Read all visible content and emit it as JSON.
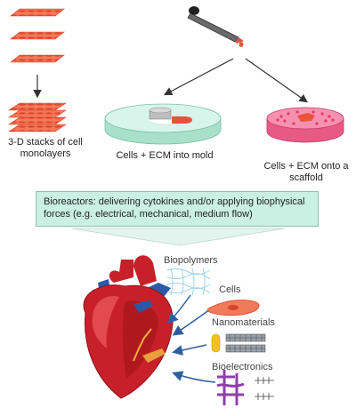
{
  "labels": {
    "stacks": "3-D stacks of cell monolayers",
    "mold": "Cells + ECM into mold",
    "scaffold": "Cells + ECM onto a scaffold",
    "bioreactor": "Bioreactors: delivering cytokines and/or applying biophysical forces (e.g. electrical, mechanical, medium flow)",
    "biopolymers": "Biopolymers",
    "cells": "Cells",
    "nanomaterials": "Nanomaterials",
    "bioelectronics": "Bioelectronics"
  },
  "colors": {
    "cell_red": "#e8533a",
    "dish_top": "#d8f5ec",
    "dish_side": "#a9e0cc",
    "scaffold_pink": "#f26e95",
    "box_fill": "#c9f0e2",
    "heart_red": "#c8202a",
    "vessel_blue": "#2b59a8",
    "arrow_blue": "#2e5e9e"
  },
  "icons": [
    "dropper-icon",
    "cell-sheet-icon",
    "mold-dish-icon",
    "scaffold-icon",
    "heart-icon",
    "fiber-mesh-icon",
    "cell-icon",
    "nanotube-icon",
    "electronics-mesh-icon"
  ]
}
